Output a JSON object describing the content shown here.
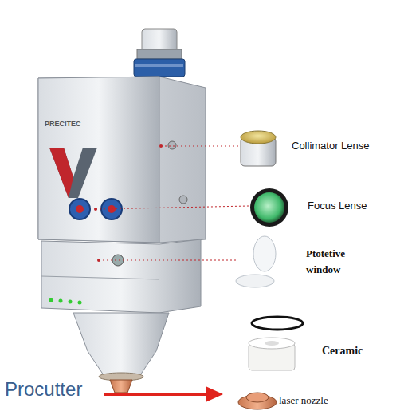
{
  "diagram": {
    "labels": [
      "PRECITEC",
      "Collimator Lense",
      "Focus Lense",
      "Ptotetive window",
      "Ceramic",
      "laser nozzle",
      "Procutter"
    ]
  }
}
